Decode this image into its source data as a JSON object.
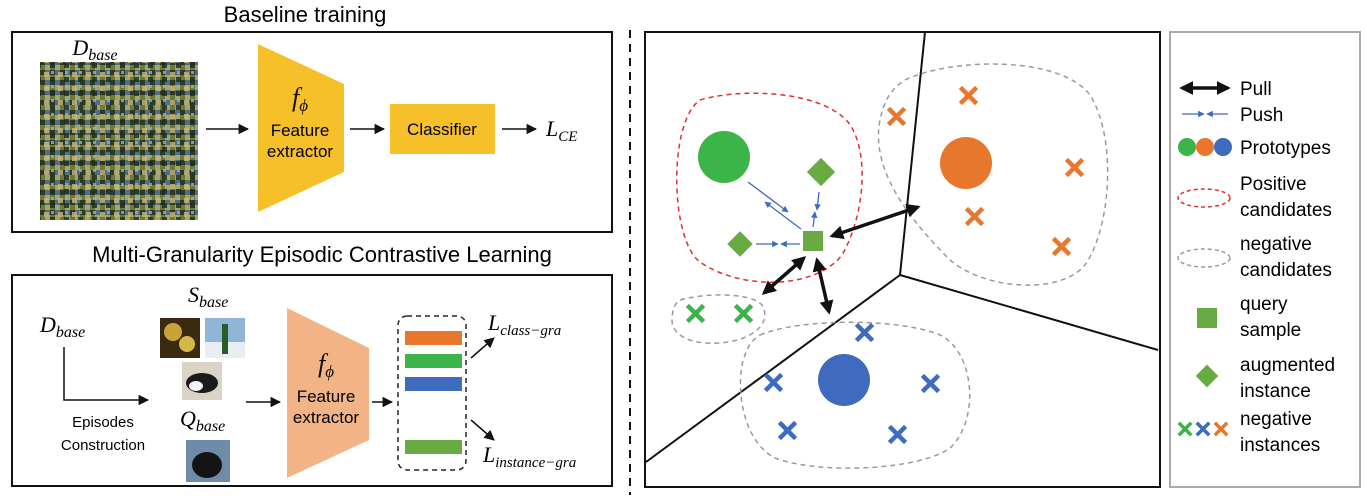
{
  "top_panel": {
    "title": "Baseline training",
    "dataset_label": "D",
    "dataset_sub": "base",
    "extractor_symbol": "f",
    "extractor_sub": "ϕ",
    "extractor_line1": "Feature",
    "extractor_line2": "extractor",
    "classifier": "Classifier",
    "loss_main": "L",
    "loss_sub": "CE"
  },
  "bottom_panel": {
    "title": "Multi-Granularity Episodic Contrastive Learning",
    "dataset_label": "D",
    "dataset_sub": "base",
    "support_label": "S",
    "support_sub": "base",
    "query_label": "Q",
    "query_sub": "base",
    "episodes_line1": "Episodes",
    "episodes_line2": "Construction",
    "extractor_symbol": "f",
    "extractor_sub": "ϕ",
    "extractor_line1": "Feature",
    "extractor_line2": "extractor",
    "loss_class_main": "L",
    "loss_class_sub": "class−gra",
    "loss_instance_main": "L",
    "loss_instance_sub": "instance−gra"
  },
  "legend": {
    "pull": "Pull",
    "push": "Push",
    "prototypes": "Prototypes",
    "positive_line1": "Positive",
    "positive_line2": "candidates",
    "negative_line1": "negative",
    "negative_line2": "candidates",
    "query_line1": "query",
    "query_line2": "sample",
    "augmented_line1": "augmented",
    "augmented_line2": "instance",
    "neg_inst_line1": "negative",
    "neg_inst_line2": "instances"
  },
  "colors": {
    "green": "#3bb54a",
    "orange": "#e8772e",
    "blue": "#3f6bbf",
    "square_green": "#6aaa42",
    "yellow": "#f5c02a",
    "salmon": "#f2b486",
    "red_dash": "#e0302e",
    "grey_dash": "#9a9a9a"
  }
}
